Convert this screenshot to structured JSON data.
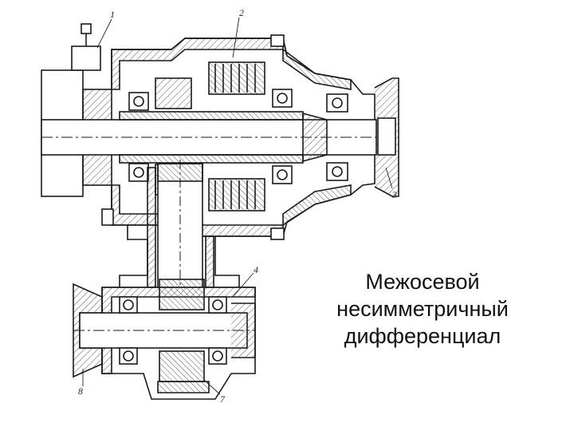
{
  "caption": {
    "lines": [
      "Межосевой",
      "несимметричный",
      "дифференциал"
    ]
  },
  "callouts": [
    "1",
    "2",
    "3",
    "4",
    "7",
    "8"
  ],
  "colors": {
    "ink": "#1a1a1a",
    "hatch": "#555555",
    "background": "#ffffff"
  }
}
